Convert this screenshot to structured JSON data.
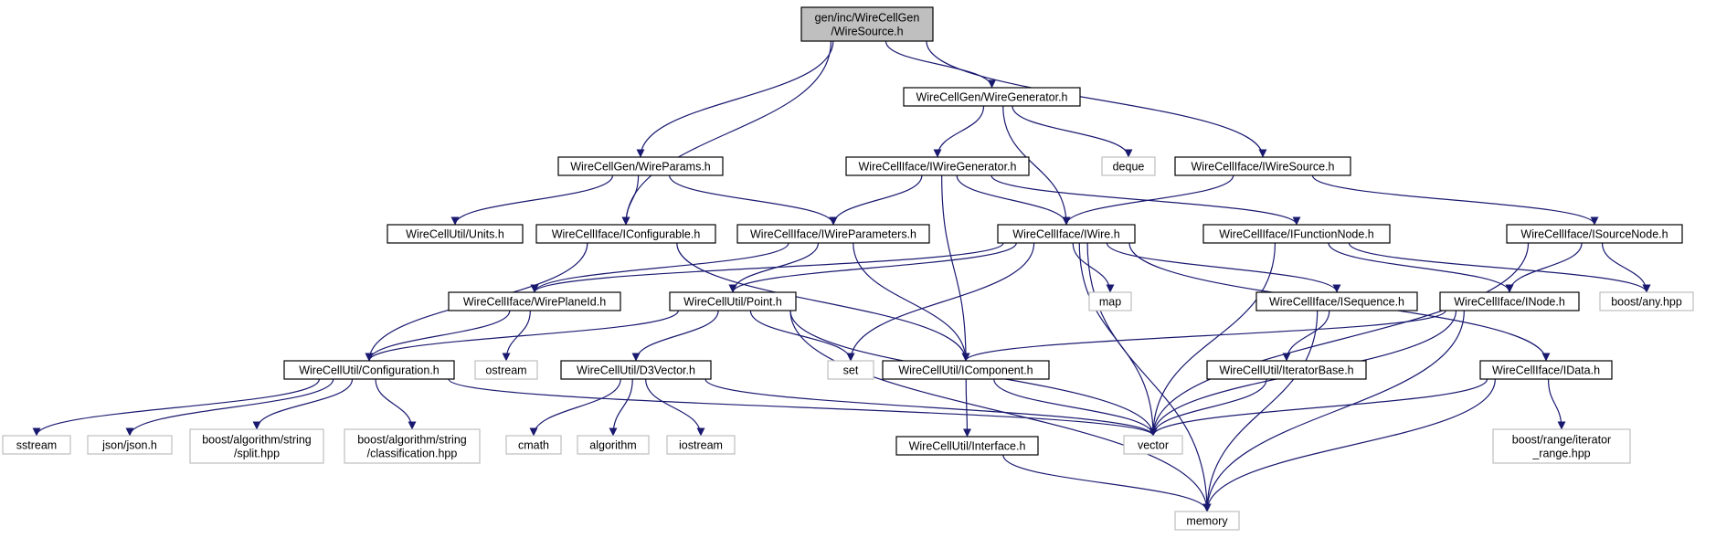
{
  "colors": {
    "edge": "#191970",
    "root_fill": "#bfbfbf",
    "node_stroke": "#000000",
    "system_stroke": "#bfbfbf",
    "text": "#000000",
    "background": "#ffffff"
  },
  "nodes": [
    {
      "id": "root",
      "lines": [
        "gen/inc/WireCellGen",
        "/WireSource.h"
      ],
      "kind": "root"
    },
    {
      "id": "wiregenerator",
      "lines": [
        "WireCellGen/WireGenerator.h"
      ],
      "kind": "local"
    },
    {
      "id": "wireparams",
      "lines": [
        "WireCellGen/WireParams.h"
      ],
      "kind": "local"
    },
    {
      "id": "iwiregenerator",
      "lines": [
        "WireCellIface/IWireGenerator.h"
      ],
      "kind": "local"
    },
    {
      "id": "deque",
      "lines": [
        "deque"
      ],
      "kind": "system"
    },
    {
      "id": "iwiresource",
      "lines": [
        "WireCellIface/IWireSource.h"
      ],
      "kind": "local"
    },
    {
      "id": "units",
      "lines": [
        "WireCellUtil/Units.h"
      ],
      "kind": "local"
    },
    {
      "id": "iconfigurable",
      "lines": [
        "WireCellIface/IConfigurable.h"
      ],
      "kind": "local"
    },
    {
      "id": "iwireparameters",
      "lines": [
        "WireCellIface/IWireParameters.h"
      ],
      "kind": "local"
    },
    {
      "id": "iwire",
      "lines": [
        "WireCellIface/IWire.h"
      ],
      "kind": "local"
    },
    {
      "id": "ifunctionnode",
      "lines": [
        "WireCellIface/IFunctionNode.h"
      ],
      "kind": "local"
    },
    {
      "id": "isourcenode",
      "lines": [
        "WireCellIface/ISourceNode.h"
      ],
      "kind": "local"
    },
    {
      "id": "wireplaneid",
      "lines": [
        "WireCellIface/WirePlaneId.h"
      ],
      "kind": "local"
    },
    {
      "id": "point",
      "lines": [
        "WireCellUtil/Point.h"
      ],
      "kind": "local"
    },
    {
      "id": "map",
      "lines": [
        "map"
      ],
      "kind": "system"
    },
    {
      "id": "isequence",
      "lines": [
        "WireCellIface/ISequence.h"
      ],
      "kind": "local"
    },
    {
      "id": "inode",
      "lines": [
        "WireCellIface/INode.h"
      ],
      "kind": "local"
    },
    {
      "id": "boostany",
      "lines": [
        "boost/any.hpp"
      ],
      "kind": "system"
    },
    {
      "id": "configuration",
      "lines": [
        "WireCellUtil/Configuration.h"
      ],
      "kind": "local"
    },
    {
      "id": "ostream",
      "lines": [
        "ostream"
      ],
      "kind": "system"
    },
    {
      "id": "d3vector",
      "lines": [
        "WireCellUtil/D3Vector.h"
      ],
      "kind": "local"
    },
    {
      "id": "set",
      "lines": [
        "set"
      ],
      "kind": "system"
    },
    {
      "id": "icomponent",
      "lines": [
        "WireCellUtil/IComponent.h"
      ],
      "kind": "local"
    },
    {
      "id": "iteratorbase",
      "lines": [
        "WireCellUtil/IteratorBase.h"
      ],
      "kind": "local"
    },
    {
      "id": "idata",
      "lines": [
        "WireCellIface/IData.h"
      ],
      "kind": "local"
    },
    {
      "id": "sstream",
      "lines": [
        "sstream"
      ],
      "kind": "system"
    },
    {
      "id": "json",
      "lines": [
        "json/json.h"
      ],
      "kind": "system"
    },
    {
      "id": "split",
      "lines": [
        "boost/algorithm/string",
        "/split.hpp"
      ],
      "kind": "system"
    },
    {
      "id": "classification",
      "lines": [
        "boost/algorithm/string",
        "/classification.hpp"
      ],
      "kind": "system"
    },
    {
      "id": "cmath",
      "lines": [
        "cmath"
      ],
      "kind": "system"
    },
    {
      "id": "algorithm",
      "lines": [
        "algorithm"
      ],
      "kind": "system"
    },
    {
      "id": "iostream",
      "lines": [
        "iostream"
      ],
      "kind": "system"
    },
    {
      "id": "vector",
      "lines": [
        "vector"
      ],
      "kind": "system"
    },
    {
      "id": "interface",
      "lines": [
        "WireCellUtil/Interface.h"
      ],
      "kind": "local"
    },
    {
      "id": "iteratorrange",
      "lines": [
        "boost/range/iterator",
        "_range.hpp"
      ],
      "kind": "system"
    },
    {
      "id": "memory",
      "lines": [
        "memory"
      ],
      "kind": "system"
    }
  ],
  "edges": [
    [
      "root",
      "wiregenerator"
    ],
    [
      "root",
      "wireparams"
    ],
    [
      "root",
      "iconfigurable"
    ],
    [
      "root",
      "iwiresource"
    ],
    [
      "wiregenerator",
      "iwiregenerator"
    ],
    [
      "wiregenerator",
      "deque"
    ],
    [
      "wiregenerator",
      "iwire"
    ],
    [
      "wireparams",
      "units"
    ],
    [
      "wireparams",
      "iconfigurable"
    ],
    [
      "wireparams",
      "iwireparameters"
    ],
    [
      "iwiregenerator",
      "iwireparameters"
    ],
    [
      "iwiregenerator",
      "iwire"
    ],
    [
      "iwiregenerator",
      "ifunctionnode"
    ],
    [
      "iwiregenerator",
      "icomponent"
    ],
    [
      "iwiresource",
      "iwire"
    ],
    [
      "iwiresource",
      "isourcenode"
    ],
    [
      "iconfigurable",
      "configuration"
    ],
    [
      "iconfigurable",
      "icomponent"
    ],
    [
      "iwireparameters",
      "wireplaneid"
    ],
    [
      "iwireparameters",
      "point"
    ],
    [
      "iwireparameters",
      "icomponent"
    ],
    [
      "iwire",
      "wireplaneid"
    ],
    [
      "iwire",
      "point"
    ],
    [
      "iwire",
      "map"
    ],
    [
      "iwire",
      "isequence"
    ],
    [
      "iwire",
      "set"
    ],
    [
      "iwire",
      "idata"
    ],
    [
      "iwire",
      "vector"
    ],
    [
      "iwire",
      "memory"
    ],
    [
      "ifunctionnode",
      "inode"
    ],
    [
      "ifunctionnode",
      "boostany"
    ],
    [
      "ifunctionnode",
      "vector"
    ],
    [
      "isourcenode",
      "inode"
    ],
    [
      "isourcenode",
      "boostany"
    ],
    [
      "isourcenode",
      "vector"
    ],
    [
      "wireplaneid",
      "configuration"
    ],
    [
      "wireplaneid",
      "ostream"
    ],
    [
      "point",
      "configuration"
    ],
    [
      "point",
      "d3vector"
    ],
    [
      "point",
      "set"
    ],
    [
      "point",
      "vector"
    ],
    [
      "point",
      "memory"
    ],
    [
      "isequence",
      "iteratorbase"
    ],
    [
      "isequence",
      "memory"
    ],
    [
      "inode",
      "icomponent"
    ],
    [
      "inode",
      "vector"
    ],
    [
      "inode",
      "memory"
    ],
    [
      "configuration",
      "sstream"
    ],
    [
      "configuration",
      "json"
    ],
    [
      "configuration",
      "split"
    ],
    [
      "configuration",
      "classification"
    ],
    [
      "configuration",
      "vector"
    ],
    [
      "d3vector",
      "cmath"
    ],
    [
      "d3vector",
      "algorithm"
    ],
    [
      "d3vector",
      "iostream"
    ],
    [
      "d3vector",
      "vector"
    ],
    [
      "icomponent",
      "interface"
    ],
    [
      "icomponent",
      "vector"
    ],
    [
      "iteratorbase",
      "vector"
    ],
    [
      "idata",
      "vector"
    ],
    [
      "idata",
      "iteratorrange"
    ],
    [
      "idata",
      "memory"
    ],
    [
      "interface",
      "memory"
    ]
  ]
}
